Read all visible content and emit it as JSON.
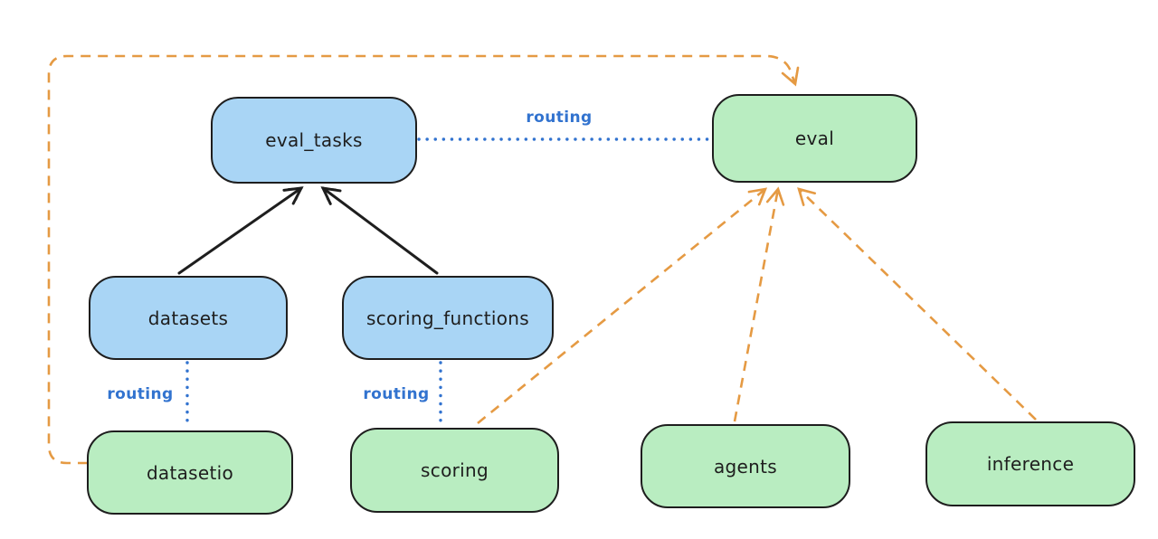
{
  "diagram": {
    "nodes": {
      "eval_tasks": {
        "label": "eval_tasks",
        "color": "blue"
      },
      "eval": {
        "label": "eval",
        "color": "green"
      },
      "datasets": {
        "label": "datasets",
        "color": "blue"
      },
      "scoring_functions": {
        "label": "scoring_functions",
        "color": "blue"
      },
      "datasetio": {
        "label": "datasetio",
        "color": "green"
      },
      "scoring": {
        "label": "scoring",
        "color": "green"
      },
      "agents": {
        "label": "agents",
        "color": "green"
      },
      "inference": {
        "label": "inference",
        "color": "green"
      }
    },
    "edge_labels": {
      "eval_tasks_eval": "routing",
      "datasets_datasetio": "routing",
      "scoring_functions_scoring": "routing"
    },
    "edges": [
      {
        "from": "datasets",
        "to": "eval_tasks",
        "style": "solid-black-arrow"
      },
      {
        "from": "scoring_functions",
        "to": "eval_tasks",
        "style": "solid-black-arrow"
      },
      {
        "from": "eval_tasks",
        "to": "eval",
        "style": "dotted-blue-line",
        "label": "routing"
      },
      {
        "from": "datasets",
        "to": "datasetio",
        "style": "dotted-blue-line",
        "label": "routing"
      },
      {
        "from": "scoring_functions",
        "to": "scoring",
        "style": "dotted-blue-line",
        "label": "routing"
      },
      {
        "from": "datasetio",
        "to": "eval",
        "style": "dashed-orange-arrow"
      },
      {
        "from": "scoring",
        "to": "eval",
        "style": "dashed-orange-arrow"
      },
      {
        "from": "agents",
        "to": "eval",
        "style": "dashed-orange-arrow"
      },
      {
        "from": "inference",
        "to": "eval",
        "style": "dashed-orange-arrow"
      }
    ],
    "colors": {
      "node_blue_fill": "#a9d5f5",
      "node_green_fill": "#b9edc1",
      "node_stroke": "#1e1e1e",
      "routing_blue": "#3273cf",
      "arrow_orange": "#e59a43",
      "arrow_black": "#1e1e1e",
      "background": "#ffffff"
    }
  }
}
